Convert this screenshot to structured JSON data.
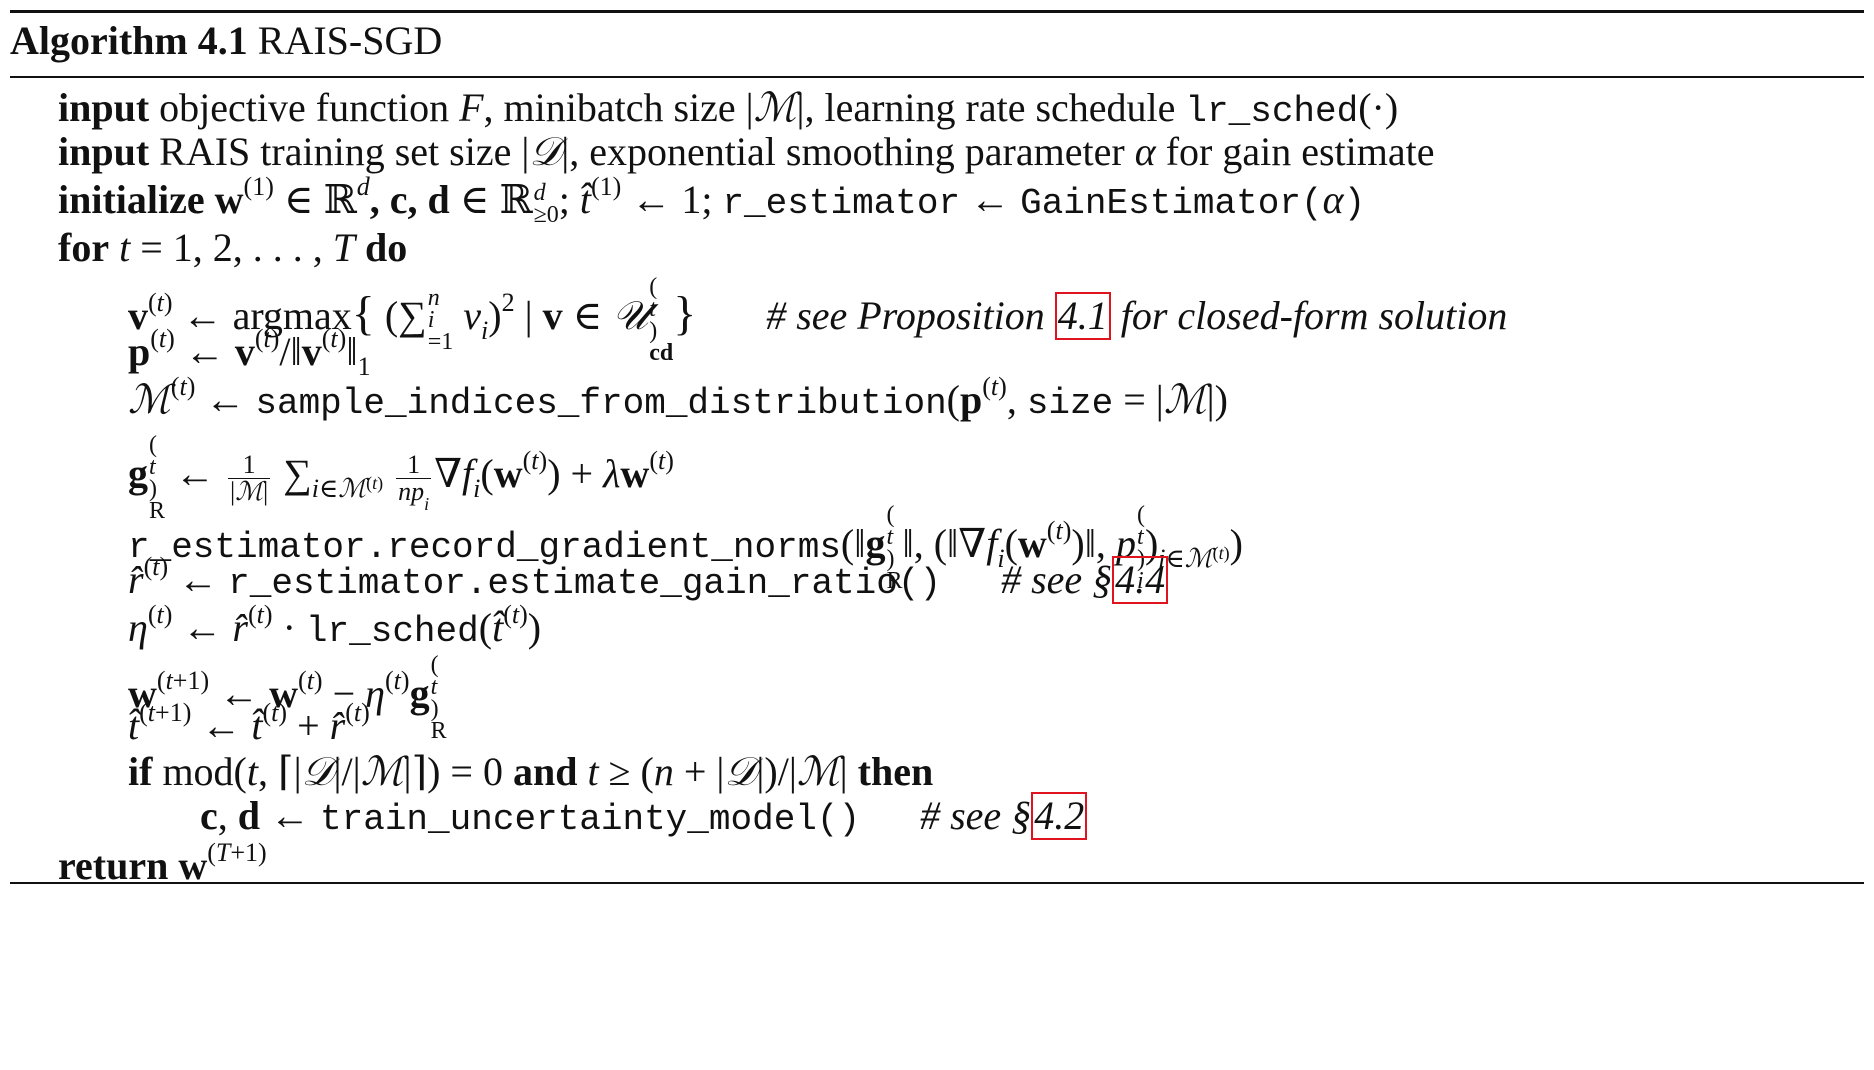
{
  "algorithm": {
    "caption_label": "Algorithm 4.1",
    "caption_title": "RAIS-SGD"
  },
  "keywords": {
    "input": "input",
    "initialize": "initialize",
    "for": "for",
    "do": "do",
    "if": "if",
    "and": "and",
    "then": "then",
    "return": "return"
  },
  "lines": {
    "l1_text": "objective function ",
    "l1_mid": ", minibatch size |",
    "l1_mid2": "|, learning rate schedule ",
    "l1_code": "lr_sched",
    "l2_text": "RAIS training set size |",
    "l2_mid": "|, exponential smoothing parameter ",
    "l2_end": " for gain estimate",
    "l3_code1": "r_estimator",
    "l3_code2": "GainEstimator",
    "l5_comment_pre": "# see Proposition ",
    "l5_ref": "4.1",
    "l5_comment_post": " for closed-form solution",
    "l7_code": "sample_indices_from_distribution",
    "l7_code2": "size",
    "l9_code": "r_estimator.record_gradient_norms",
    "l10_code": "r_estimator.estimate_gain_ratio()",
    "l10_comment": "# see §",
    "l10_ref": "4.4",
    "l11_code": "lr_sched",
    "l14_code": "train_uncertainty_model()",
    "l14_comment": "# see §",
    "l14_ref": "4.2"
  },
  "colors": {
    "ref_box": "#e0141e",
    "text": "#111111"
  }
}
